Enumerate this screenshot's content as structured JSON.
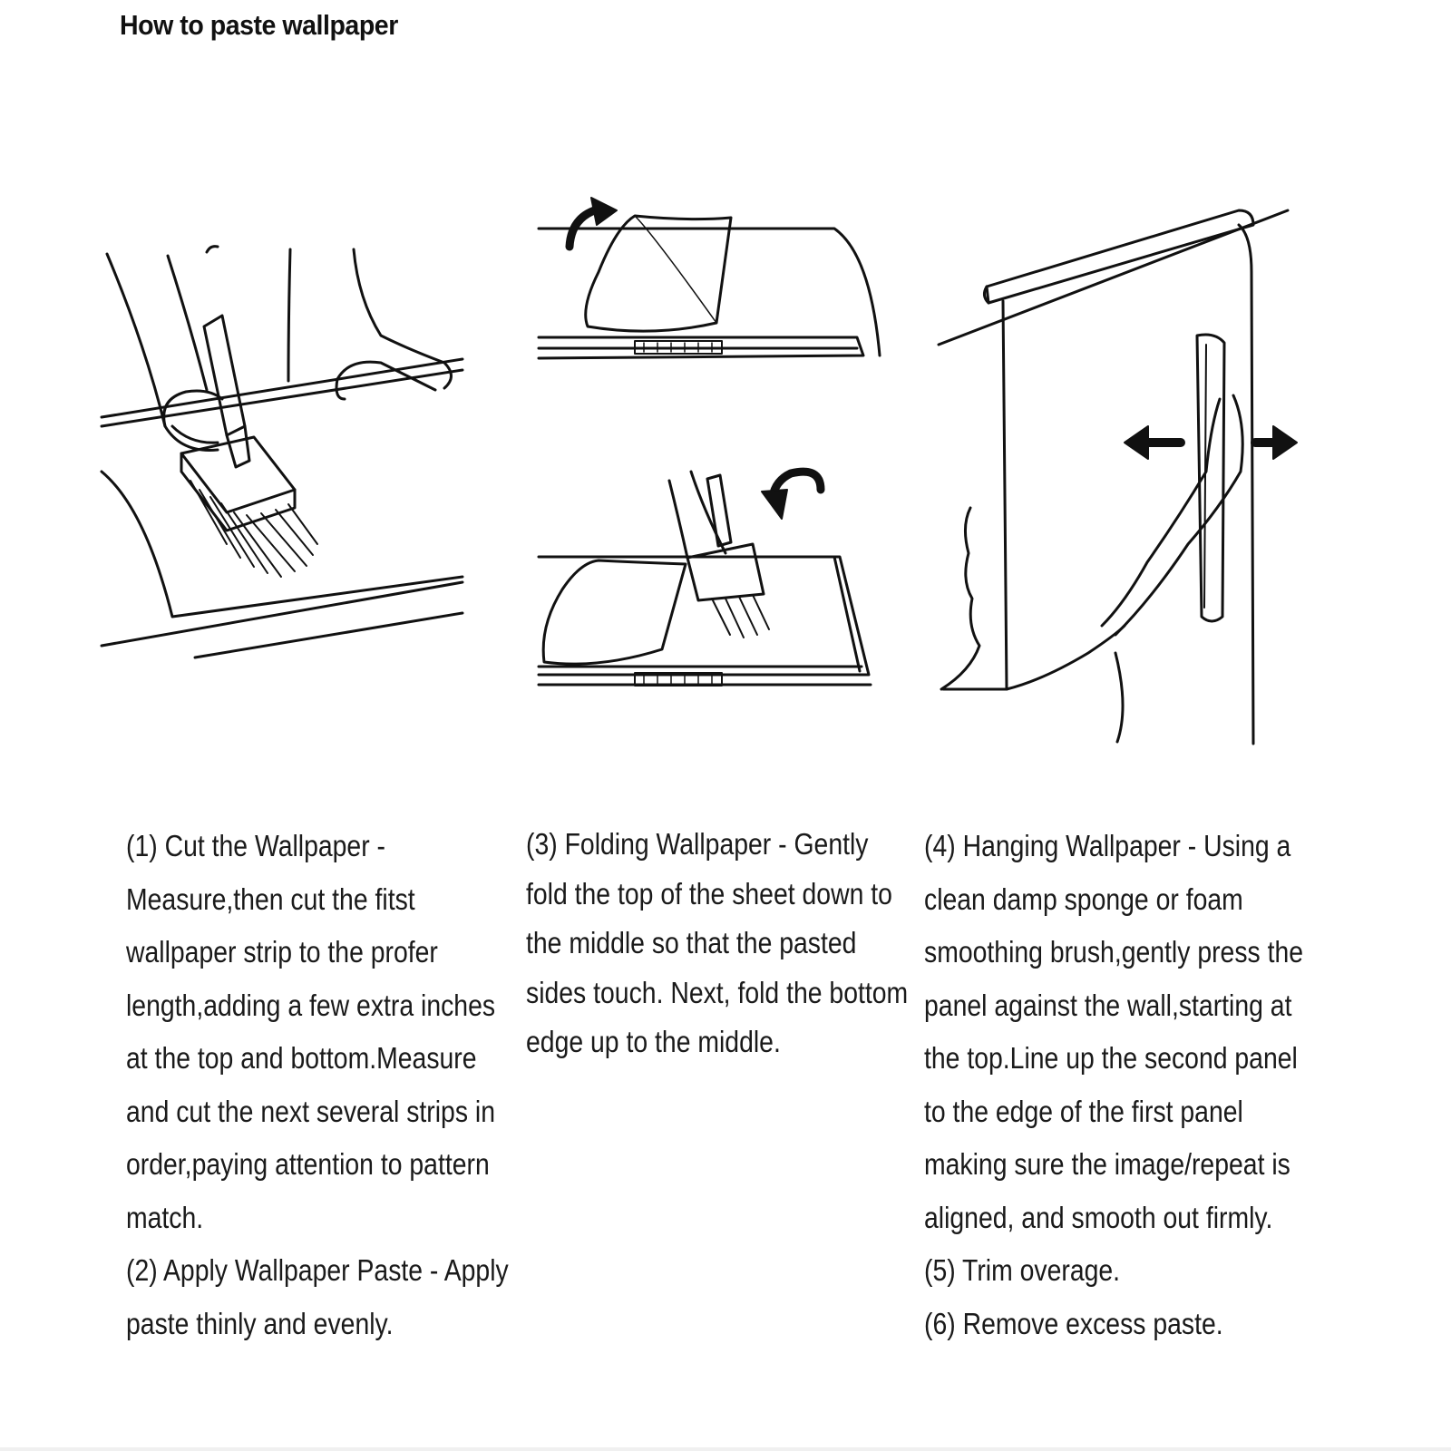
{
  "title": "How to paste wallpaper",
  "columns": [
    {
      "lines": [
        "(1) Cut the Wallpaper -",
        "Measure,then cut the fitst",
        "wallpaper strip to the profer",
        "length,adding a few extra inches",
        "at the top and bottom.Measure",
        "and cut the next several strips in",
        "order,paying attention to pattern",
        "match.",
        "(2) Apply Wallpaper Paste - Apply",
        "paste thinly and evenly."
      ]
    },
    {
      "lines": [
        "(3) Folding Wallpaper - Gently",
        "fold the top of the sheet down to",
        "the middle so that the pasted",
        "sides touch. Next, fold the bottom",
        "edge up to the middle."
      ]
    },
    {
      "lines": [
        "(4) Hanging Wallpaper - Using a",
        "clean damp sponge or foam",
        "smoothing brush,gently press the",
        "panel against the wall,starting at",
        "the top.Line up the second panel",
        "to the edge of the first panel",
        "making sure the image/repeat is",
        "aligned, and smooth out firmly.",
        "(5) Trim overage.",
        "(6) Remove excess paste."
      ]
    }
  ],
  "illustrations": [
    {
      "name": "pasting-illustration",
      "icon": "brush-on-table"
    },
    {
      "name": "folding-top-illustration",
      "icon": "curved-arrow-clockwise"
    },
    {
      "name": "folding-bottom-illustration",
      "icon": "curved-arrow-counterclockwise"
    },
    {
      "name": "hanging-illustration",
      "icon": "double-horizontal-arrow"
    }
  ]
}
